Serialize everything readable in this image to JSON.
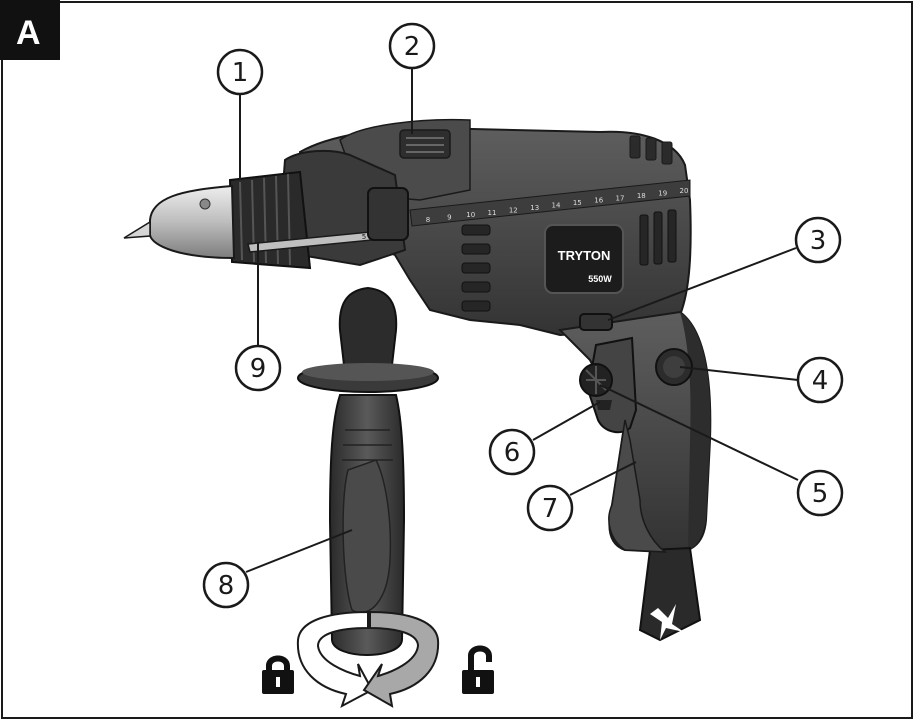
{
  "figure": {
    "badge_label": "A",
    "brand_label": "TRYTON",
    "power_label": "550W",
    "depth_scale_ticks": [
      "8",
      "9",
      "10",
      "11",
      "12",
      "13",
      "14",
      "15",
      "16",
      "17",
      "18",
      "19",
      "20"
    ],
    "depth_rod_label": "5"
  },
  "callouts": [
    {
      "number": "1"
    },
    {
      "number": "2"
    },
    {
      "number": "3"
    },
    {
      "number": "4"
    },
    {
      "number": "5"
    },
    {
      "number": "6"
    },
    {
      "number": "7"
    },
    {
      "number": "8"
    },
    {
      "number": "9"
    }
  ],
  "icons": {
    "left_lock": "lock-icon",
    "right_lock": "lock-open-icon",
    "left_arrow": "rotate-arrow-icon",
    "right_arrow": "rotate-arrow-icon"
  },
  "colors": {
    "body_dark": "#3a3a3a",
    "body_mid": "#505050",
    "body_light": "#6a6a6a",
    "outline": "#1a1a1a",
    "chuck_silver": "#c9c9c9",
    "arrow_white": "#ffffff",
    "arrow_grey": "#a8a8a8"
  }
}
